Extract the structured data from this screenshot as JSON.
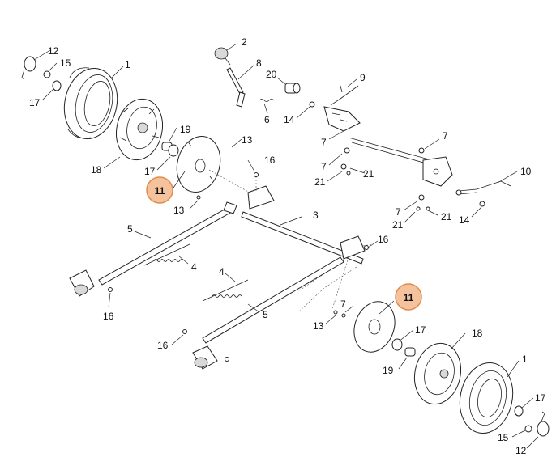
{
  "labels": {
    "p1": "1",
    "p2": "2",
    "p3": "3",
    "p4": "4",
    "p5": "5",
    "p6": "6",
    "p7": "7",
    "p8": "8",
    "p9": "9",
    "p10": "10",
    "p11": "11",
    "p12": "12",
    "p13": "13",
    "p14": "14",
    "p15": "15",
    "p16": "16",
    "p17": "17",
    "p18": "18",
    "p19": "19",
    "p20": "20",
    "p21": "21"
  },
  "highlight_color": "#f4c39e",
  "highlight_stroke": "#e08c4a"
}
